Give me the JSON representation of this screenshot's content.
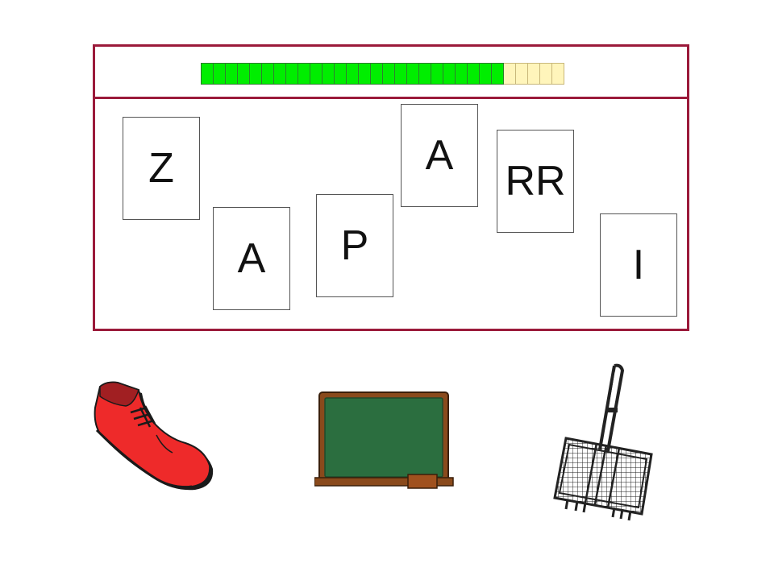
{
  "progress": {
    "completed": 25,
    "total": 30
  },
  "cards": [
    {
      "id": "z",
      "text": "Z"
    },
    {
      "id": "a1",
      "text": "A"
    },
    {
      "id": "p",
      "text": "P"
    },
    {
      "id": "a2",
      "text": "A"
    },
    {
      "id": "rr",
      "text": "RR"
    },
    {
      "id": "i",
      "text": "I"
    }
  ],
  "pictures": [
    {
      "id": "shoe",
      "icon": "red-shoe-icon"
    },
    {
      "id": "chalkboard",
      "icon": "chalkboard-icon"
    },
    {
      "id": "grill-basket",
      "icon": "grill-basket-icon"
    }
  ],
  "colors": {
    "frame": "#9b1a3a",
    "progress_done": "#00ee00",
    "progress_todo": "#fff5bb",
    "shoe": "#ee2a2a",
    "chalkboard": "#2b6e3f",
    "chalkboard_frame": "#8a4a1c"
  }
}
